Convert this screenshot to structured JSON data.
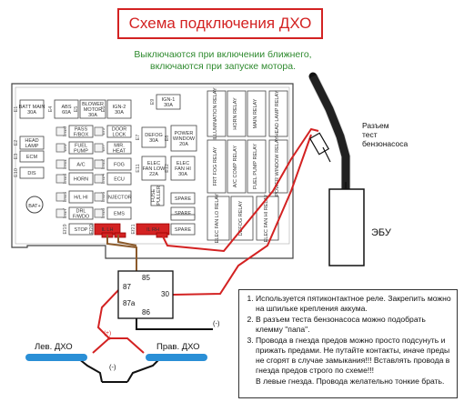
{
  "title": "Схема подключения ДХО",
  "subtitle": {
    "line1": "Выключаются при включении ближнего,",
    "line2": "включаются при запуске мотора."
  },
  "colors": {
    "title_red": "#d32222",
    "subtitle_green": "#2f8a2f",
    "wire_red": "#d32222",
    "wire_brown": "#8b5a2b",
    "wire_black": "#111111",
    "lamp_blue": "#2a8fd6"
  },
  "fuse_box": {
    "top_fuses": [
      {
        "code": "E1",
        "label": "BATT MAIN\n30A"
      },
      {
        "code": "E4",
        "label": "ABS\n60A"
      },
      {
        "code": "E5",
        "label": "BLOWER\nMOTOR\n30A"
      },
      {
        "code": "E6",
        "label": "IGN-2\n30A"
      },
      {
        "code": "E9",
        "label": "IGN-1\n30A"
      }
    ],
    "left_rows": [
      {
        "code": "E2",
        "label": "HEAD\nLAMP"
      },
      {
        "code": "E3",
        "label": "ECM"
      },
      {
        "code": "E10",
        "label": "DIS"
      }
    ],
    "row1": [
      {
        "code": "Ef10",
        "label": "PASS\nF/BOX"
      },
      {
        "code": "Ef9",
        "label": "DOOR\nLOCK"
      }
    ],
    "row2": [
      {
        "code": "Ef8",
        "label": "FUEL\nPUMP"
      },
      {
        "code": "Ef7",
        "label": "MIR.\nHEAT"
      }
    ],
    "row3": [
      {
        "code": "Ef11",
        "label": "A/C"
      },
      {
        "code": "Ef12",
        "label": "FOG"
      }
    ],
    "row4": [
      {
        "code": "Ef13",
        "label": "HORN"
      },
      {
        "code": "Ef14",
        "label": "ECU"
      }
    ],
    "row5": [
      {
        "code": "Ef15",
        "label": "H/L HI"
      },
      {
        "code": "Ef16",
        "label": "INJECTOR"
      }
    ],
    "row6": [
      {
        "code": "Ef17",
        "label": "DRL\nF/WDO"
      },
      {
        "code": "Ef18",
        "label": "EMS"
      }
    ],
    "row7": [
      {
        "code": "Ef19",
        "label": "STOP"
      },
      {
        "code": "Ef20",
        "label": "IL LH"
      },
      {
        "code": "Ef21",
        "label": "IL RH"
      }
    ],
    "mid_fuses": [
      {
        "code": "E7",
        "label": "DEFOG\n30A"
      },
      {
        "code": "E8",
        "label": "POWER\nWINDOW\n20A"
      },
      {
        "code": "E11",
        "label": "ELEC\nFAN LOW\n22A"
      },
      {
        "code": "E12",
        "label": "ELEC\nFAN HI\n30A"
      }
    ],
    "fuse_puller": "FUSE\nPULLER",
    "spare": "SPARE",
    "battery": "BAT+",
    "relays_top": [
      "ILLUMINATION RELAY",
      "HORN RELAY",
      "MAIN RELAY",
      "HEAD LAMP RELAY"
    ],
    "relays_mid": [
      "FRT FOG RELAY",
      "A/C COMP RELAY",
      "FUEL PUMP RELAY",
      "POWER WINDOW RELAY"
    ],
    "relays_bot": [
      "ELEC FAN LO RELAY",
      "DEFOG RELAY",
      "ELEC FAN HI RELAY"
    ]
  },
  "relay": {
    "pin85": "85",
    "pin87": "87",
    "pin87a": "87a",
    "pin86": "86",
    "pin30": "30"
  },
  "labels": {
    "connector": "Разъем\nтест\nбензонасоса",
    "ecu": "ЭБУ",
    "plus": "(+)",
    "minus": "(-)",
    "left_drl": "Лев. ДХО",
    "right_drl": "Прав. ДХО"
  },
  "notes": {
    "items": [
      "Используется пятиконтактное реле. Закрепить можно на шпильке крепления аккума.",
      "В разъем теста бензонасоса можно подобрать клемму \"папа\".",
      "Провода в гнезда предов можно просто подсунуть и прижать предами. Не путайте контакты, иначе преды не сгорят в случае замыкания!!! Вставлять провода в гнезда предов строго по схеме!!!"
    ],
    "tail": "В левые гнезда.  Провода желательно тонкие брать."
  }
}
